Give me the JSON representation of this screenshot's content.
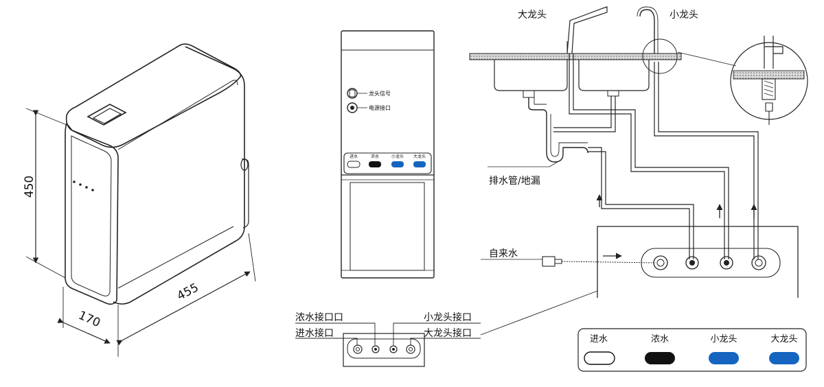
{
  "dimensions": {
    "height": "450",
    "width": "455",
    "depth": "170"
  },
  "front_panel": {
    "faucet_signal": "龙头信号",
    "power_port": "电源接口",
    "ports": [
      "进水",
      "浓水",
      "小龙头",
      "大龙头"
    ]
  },
  "installation": {
    "big_faucet": "大龙头",
    "small_faucet": "小龙头",
    "drain": "排水管/地漏",
    "tap_water": "自来水"
  },
  "port_callouts": {
    "concentrate": "浓水接口口",
    "inlet": "进水接口",
    "small_faucet": "小龙头接口",
    "big_faucet": "大龙头接口"
  },
  "legend": {
    "items": [
      {
        "label": "进水",
        "color": "#ffffff"
      },
      {
        "label": "浓水",
        "color": "#111111"
      },
      {
        "label": "小龙头",
        "color": "#1565c0"
      },
      {
        "label": "大龙头",
        "color": "#1565c0"
      }
    ]
  }
}
